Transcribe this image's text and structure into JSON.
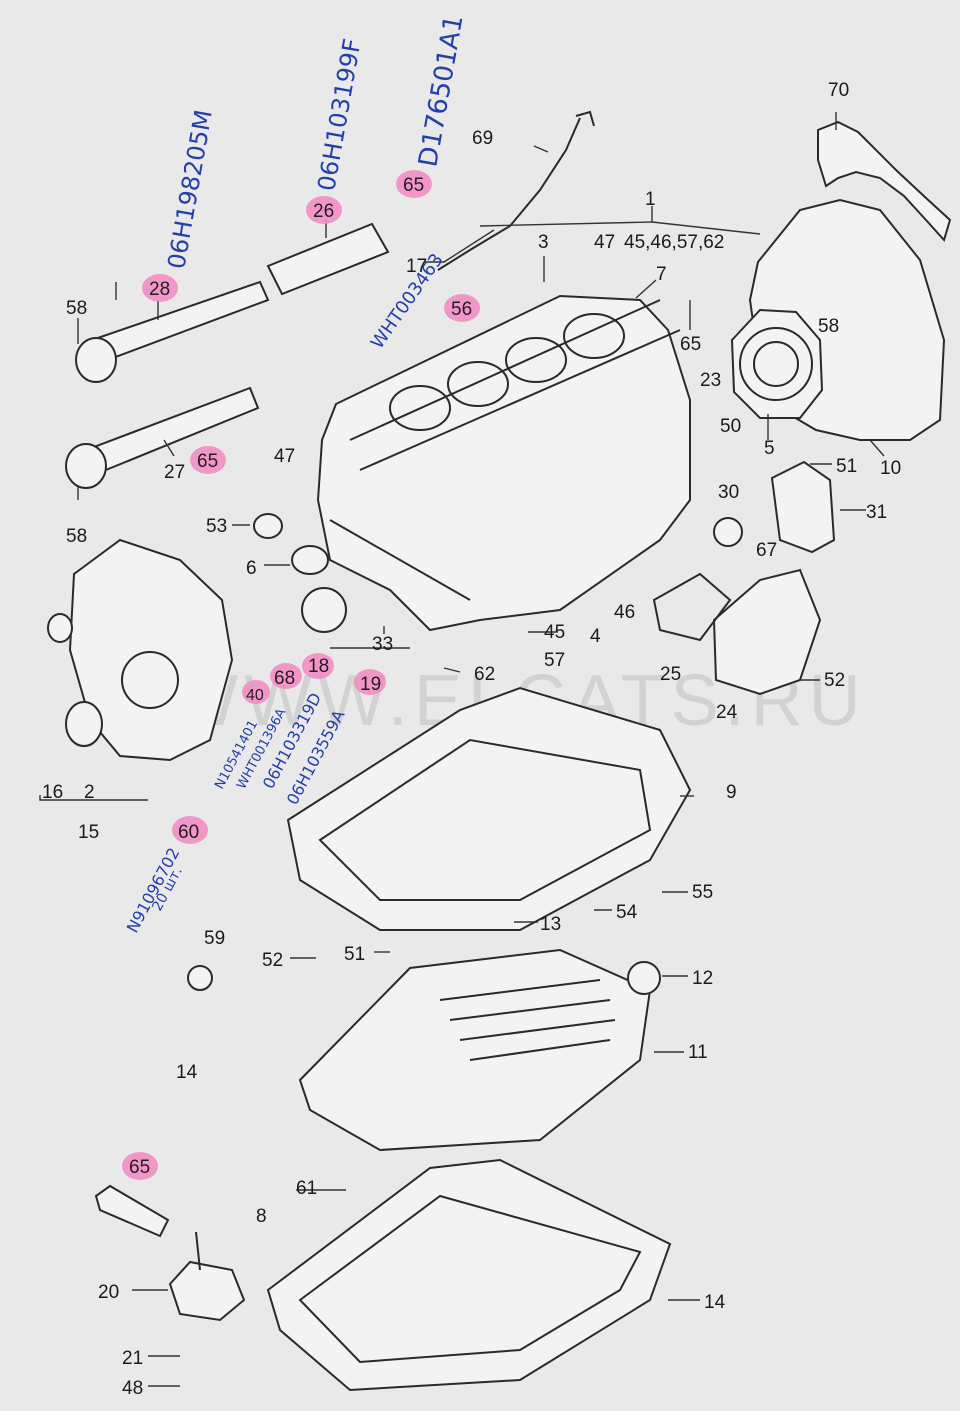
{
  "watermark": "WWW.ELCATS.RU",
  "part_numbers": {
    "n1": "1",
    "n1_sub": "45,46,57,62",
    "n2": "2",
    "n3": "3",
    "n4": "4",
    "n5": "5",
    "n6": "6",
    "n7": "7",
    "n8": "8",
    "n9": "9",
    "n10": "10",
    "n11": "11",
    "n12": "12",
    "n13": "13",
    "n14a": "14",
    "n14b": "14",
    "n15": "15",
    "n16": "16",
    "n17": "17",
    "n18": "18",
    "n19": "19",
    "n20": "20",
    "n21": "21",
    "n23": "23",
    "n24": "24",
    "n25": "25",
    "n26": "26",
    "n27": "27",
    "n28": "28",
    "n30": "30",
    "n31": "31",
    "n33": "33",
    "n40": "40",
    "n45": "45",
    "n46": "46",
    "n47a": "47",
    "n47b": "47",
    "n48": "48",
    "n50": "50",
    "n51a": "51",
    "n51b": "51",
    "n52a": "52",
    "n52b": "52",
    "n53": "53",
    "n54": "54",
    "n55": "55",
    "n56": "56",
    "n57": "57",
    "n58a": "58",
    "n58b": "58",
    "n58c": "58",
    "n59": "59",
    "n60": "60",
    "n61": "61",
    "n62": "62",
    "n65a": "65",
    "n65b": "65",
    "n65c": "65",
    "n65d": "65",
    "n67": "67",
    "n68": "68",
    "n69": "69",
    "n70": "70"
  },
  "handwritten": {
    "p28": "06H198205M",
    "p26": "06H103199F",
    "p65": "D176501A1",
    "p56": "WHT003463",
    "p40": "N10541401",
    "p68": "WHT001396A",
    "p18": "06H103319D",
    "p19": "06H103559A",
    "p60": "N91096702",
    "p60_qty": "20 шт."
  },
  "colors": {
    "highlight": "#f08bc3",
    "handwriting": "#2340a8",
    "paper": "#e9e9ea",
    "ink": "#2a2a2a"
  }
}
